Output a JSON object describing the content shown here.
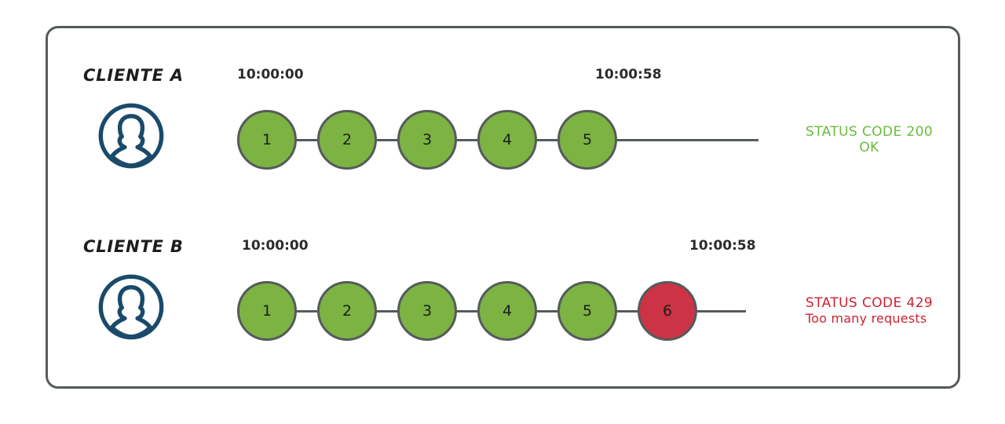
{
  "diagram": {
    "title_visible": false,
    "colors": {
      "node_ok": "#7cb342",
      "node_fail": "#cc3344",
      "node_stroke": "#555a5c",
      "frame_stroke": "#555a5c",
      "avatar": "#1a4a6b",
      "status_ok_text": "#6aba3c",
      "status_fail_text": "#cc2233",
      "background": "#ffffff"
    },
    "rows": [
      {
        "id": "cliente-a",
        "client_label": "CLIENTE A",
        "avatar_icon": "user-avatar-icon",
        "time_start": "10:00:00",
        "time_end": "10:00:58",
        "nodes": [
          {
            "label": "1",
            "state": "ok"
          },
          {
            "label": "2",
            "state": "ok"
          },
          {
            "label": "3",
            "state": "ok"
          },
          {
            "label": "4",
            "state": "ok"
          },
          {
            "label": "5",
            "state": "ok"
          }
        ],
        "status": {
          "line1": "STATUS CODE 200",
          "line2": "OK",
          "state": "ok"
        }
      },
      {
        "id": "cliente-b",
        "client_label": "CLIENTE B",
        "avatar_icon": "user-avatar-icon",
        "time_start": "10:00:00",
        "time_end": "10:00:58",
        "nodes": [
          {
            "label": "1",
            "state": "ok"
          },
          {
            "label": "2",
            "state": "ok"
          },
          {
            "label": "3",
            "state": "ok"
          },
          {
            "label": "4",
            "state": "ok"
          },
          {
            "label": "5",
            "state": "ok"
          },
          {
            "label": "6",
            "state": "fail"
          }
        ],
        "status": {
          "line1": "STATUS CODE 429",
          "line2": "Too many requests",
          "state": "fail"
        }
      }
    ]
  }
}
